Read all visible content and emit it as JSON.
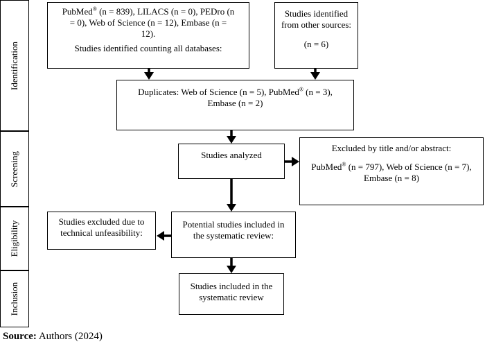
{
  "phases": {
    "identification": "Identification",
    "screening": "Screening",
    "eligibility": "Eligibility",
    "inclusion": "Inclusion"
  },
  "boxes": {
    "databases": {
      "line1_pre": "PubMed",
      "line1_sup": "®",
      "line1_post": " (n = 839), LILACS (n = 0), PEDro (n",
      "line2": "= 0), Web of Science (n = 12), Embase (n =",
      "line3": "12).",
      "line4": "Studies identified counting all databases:"
    },
    "other_sources": {
      "line1": "Studies identified",
      "line2": "from other sources:",
      "line3": "(n = 6)"
    },
    "duplicates": {
      "line1_pre": "Duplicates: Web of Science (n = 5), PubMed",
      "line1_sup": "®",
      "line1_post": " (n = 3),",
      "line2": "Embase (n = 2)"
    },
    "analyzed": {
      "line1": "Studies analyzed"
    },
    "excluded_title": {
      "line1": "Excluded by title and/or abstract:",
      "line2_pre": "PubMed",
      "line2_sup": "®",
      "line2_post": " (n = 797), Web of Science (n = 7),",
      "line3": "Embase (n = 8)"
    },
    "excluded_technical": {
      "line1": "Studies excluded due to",
      "line2": "technical unfeasibility:"
    },
    "potential": {
      "line1": "Potential studies included in",
      "line2": "the systematic review:"
    },
    "included": {
      "line1": "Studies included in the",
      "line2": "systematic review"
    }
  },
  "source": {
    "label": "Source:",
    "text": " Authors (2024)"
  }
}
